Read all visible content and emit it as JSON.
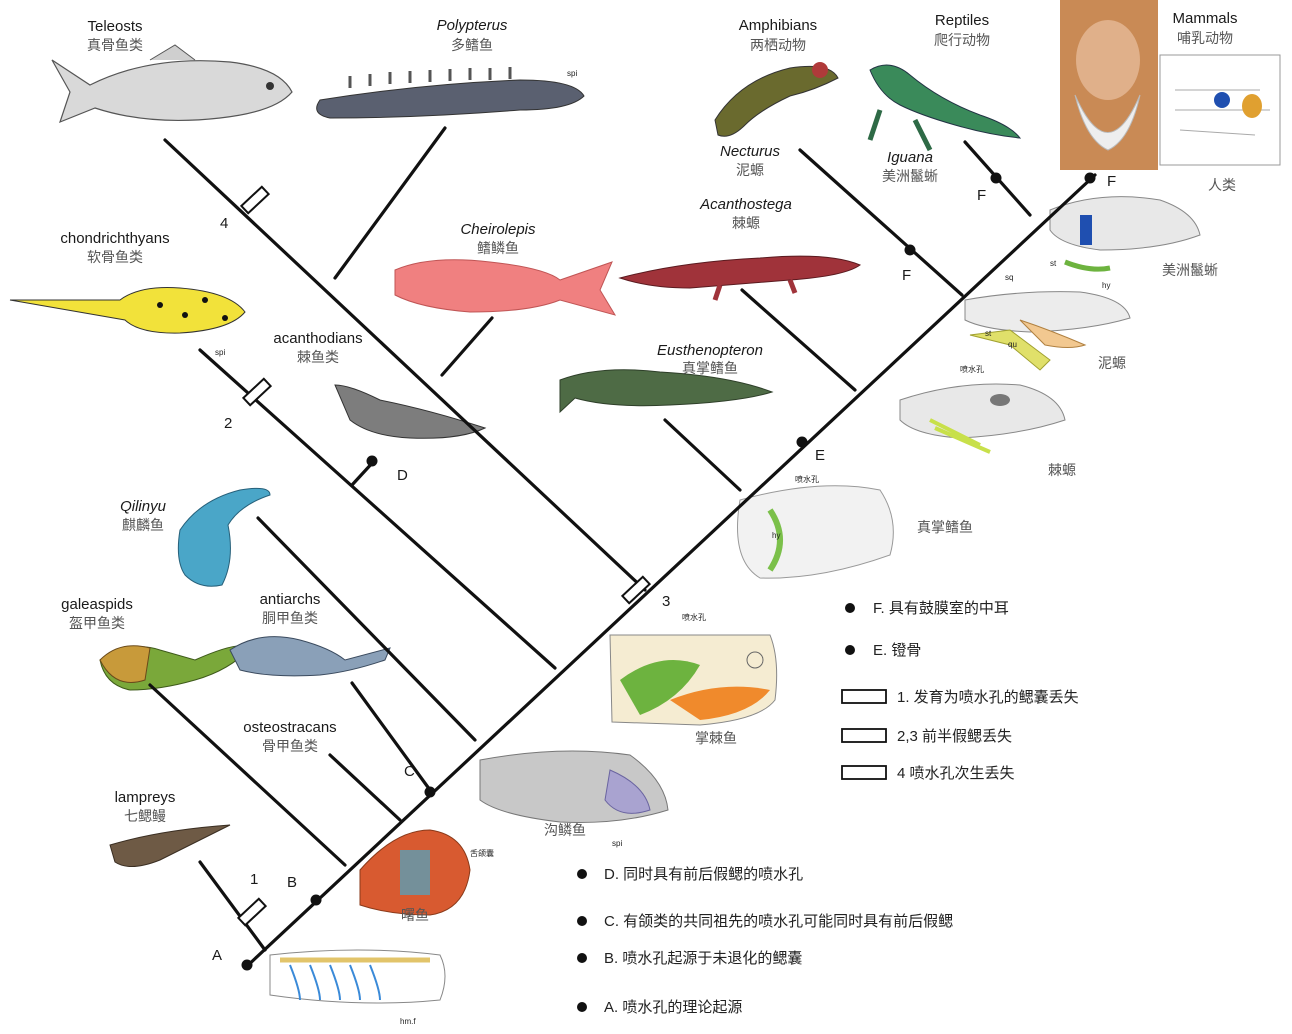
{
  "taxa": {
    "teleosts": {
      "en": "Teleosts",
      "zh": "真骨鱼类"
    },
    "polypterus": {
      "en": "Polypterus",
      "zh": "多鳍鱼"
    },
    "amphibians": {
      "en": "Amphibians",
      "zh": "两栖动物"
    },
    "reptiles": {
      "en": "Reptiles",
      "zh": "爬行动物"
    },
    "mammals": {
      "en": "Mammals",
      "zh": "哺乳动物"
    },
    "chondrichthyans": {
      "en": "chondrichthyans",
      "zh": "软骨鱼类"
    },
    "acanthodians": {
      "en": "acanthodians",
      "zh": "棘鱼类"
    },
    "cheirolepis": {
      "en": "Cheirolepis",
      "zh": "鳍鳞鱼"
    },
    "acanthostega": {
      "en": "Acanthostega",
      "zh": "棘螈"
    },
    "eusthenopteron": {
      "en": "Eusthenopteron",
      "zh": "真掌鳍鱼"
    },
    "necturus": {
      "en": "Necturus",
      "zh": "泥螈"
    },
    "iguana": {
      "en": "Iguana",
      "zh": "美洲鬣蜥"
    },
    "qilinyu": {
      "en": "Qilinyu",
      "zh": "麒麟鱼"
    },
    "galeaspids": {
      "en": "galeaspids",
      "zh": "盔甲鱼类"
    },
    "antiarchs": {
      "en": "antiarchs",
      "zh": "胴甲鱼类"
    },
    "osteostracans": {
      "en": "osteostracans",
      "zh": "骨甲鱼类"
    },
    "lampreys": {
      "en": "lampreys",
      "zh": "七鳃鳗"
    }
  },
  "specimen_labels": {
    "human": "人类",
    "iguana_skull": "美洲鬣蜥",
    "necturus_skull": "泥螈",
    "acanthostega_skull": "棘螈",
    "eusthenopteron_skull": "真掌鳍鱼",
    "qilinyu_head": "掌棘鱼",
    "osteostracan_head": "沟鳞鱼",
    "galeaspid_head": "曙鱼",
    "spi_1": "spi",
    "spi_2": "spi",
    "spi_3": "spi",
    "sq": "sq",
    "st_1": "st",
    "st_2": "st",
    "qu": "qu",
    "hy_1": "hy",
    "hy_2": "hy",
    "spiracle_1": "喷水孔",
    "spiracle_2": "喷水孔",
    "spiracle_3": "喷水孔",
    "hyomandibular_pouch": "舌颌囊",
    "hm_f": "hm.f"
  },
  "nodes": {
    "A": "A",
    "B": "B",
    "C": "C",
    "D": "D",
    "E": "E",
    "F1": "F",
    "F2": "F",
    "F3": "F",
    "n1": "1",
    "n2": "2",
    "n3": "3",
    "n4": "4"
  },
  "legend_right": [
    {
      "marker": "dot",
      "text": "F.  具有鼓膜室的中耳"
    },
    {
      "marker": "dot",
      "text": "E.  镫骨"
    },
    {
      "marker": "bar",
      "text": "1. 发育为喷水孔的鳃囊丢失"
    },
    {
      "marker": "bar",
      "text": "2,3  前半假鳃丢失"
    },
    {
      "marker": "bar",
      "text": "4  喷水孔次生丢失"
    }
  ],
  "legend_bottom": [
    {
      "marker": "dot",
      "text": "D. 同时具有前后假鳃的喷水孔"
    },
    {
      "marker": "dot",
      "text": "C. 有颌类的共同祖先的喷水孔可能同时具有前后假鳃"
    },
    {
      "marker": "dot",
      "text": "B. 喷水孔起源于未退化的鳃囊"
    },
    {
      "marker": "dot",
      "text": "A.  喷水孔的理论起源"
    }
  ],
  "colors": {
    "branch": "#111111",
    "cheirolepis": "#f08080",
    "acanthostega": "#a0333a",
    "eusthenopteron": "#4e6b45",
    "chondrichthyan": "#f2e23a",
    "galeaspid_head": "#d85a30",
    "qilinyu_green": "#6db33f",
    "qilinyu_orange": "#f08a2c"
  }
}
